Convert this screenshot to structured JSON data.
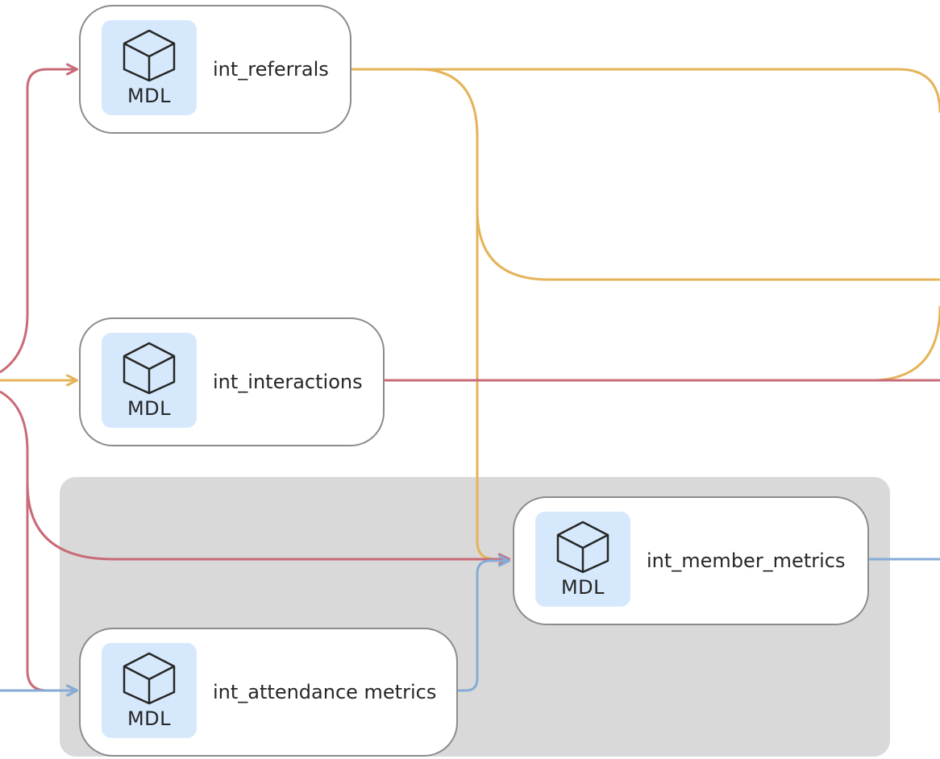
{
  "colors": {
    "edge_yellow": "#e5b45a",
    "edge_red": "#c96b78",
    "edge_blue": "#86acd6",
    "node_border": "#8c8c8c",
    "badge_bg": "#d6e9fc",
    "group_bg": "#d9d9d9"
  },
  "nodes": [
    {
      "id": "int_referrals",
      "label": "int_referrals",
      "badge": "MDL",
      "icon": "cube-icon"
    },
    {
      "id": "int_interactions",
      "label": "int_interactions",
      "badge": "MDL",
      "icon": "cube-icon"
    },
    {
      "id": "int_member_metrics",
      "label": "int_member_metrics",
      "badge": "MDL",
      "icon": "cube-icon"
    },
    {
      "id": "int_attendance_metrics",
      "label": "int_attendance metrics",
      "badge": "MDL",
      "icon": "cube-icon"
    }
  ]
}
